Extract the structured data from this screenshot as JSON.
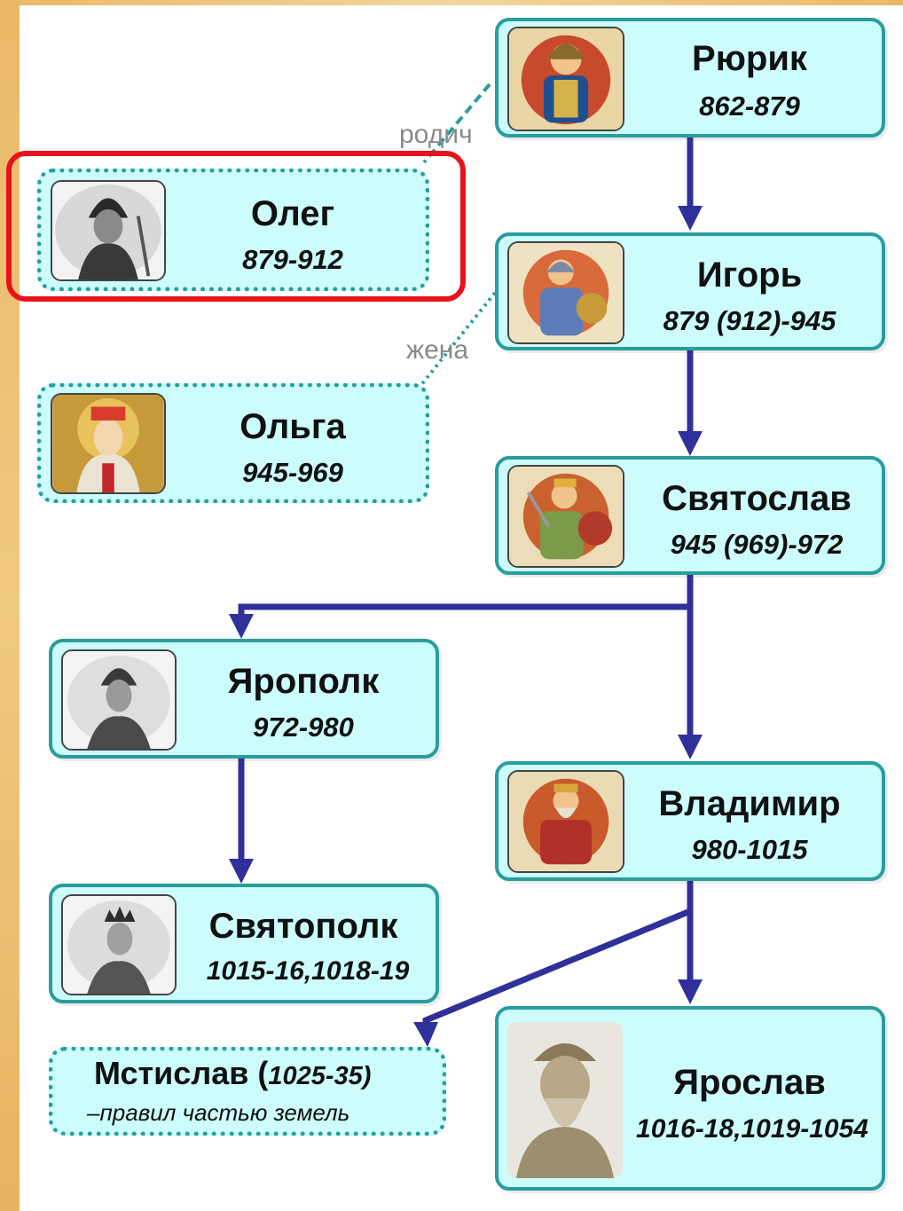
{
  "rulers": [
    {
      "id": "riurik",
      "name": "Рюрик",
      "years": "862-879"
    },
    {
      "id": "oleg",
      "name": "Олег",
      "years": "879-912"
    },
    {
      "id": "igor",
      "name": "Игорь",
      "years": "879 (912)-945"
    },
    {
      "id": "olga",
      "name": "Ольга",
      "years": "945-969"
    },
    {
      "id": "sviatoslav",
      "name": "Святослав",
      "years": "945 (969)-972"
    },
    {
      "id": "yaropolk",
      "name": "Ярополк",
      "years": "972-980"
    },
    {
      "id": "vladimir",
      "name": "Владимир",
      "years": "980-1015"
    },
    {
      "id": "sviatopolk",
      "name": "Святополк",
      "years": "1015-16,1018-19"
    },
    {
      "id": "yaroslav",
      "name": "Ярослав",
      "years": "1016-18,1019-1054"
    }
  ],
  "mstislav": {
    "name": "Мстислав (",
    "years": "1025-35)",
    "note": "–правил частью земель"
  },
  "relations": {
    "relative": "родич",
    "wife": "жена"
  },
  "colors": {
    "box_fill": "#ccfcfc",
    "box_border": "#2a9d9d",
    "arrow": "#30309a",
    "highlight": "#e8121b",
    "relation_label": "#8a8a8a",
    "side_band": "#e9b867"
  },
  "icons": [
    "portrait-riurik-icon",
    "portrait-oleg-icon",
    "portrait-igor-icon",
    "portrait-olga-icon",
    "portrait-sviatoslav-icon",
    "portrait-yaropolk-icon",
    "portrait-vladimir-icon",
    "portrait-sviatopolk-icon",
    "portrait-yaroslav-icon"
  ]
}
